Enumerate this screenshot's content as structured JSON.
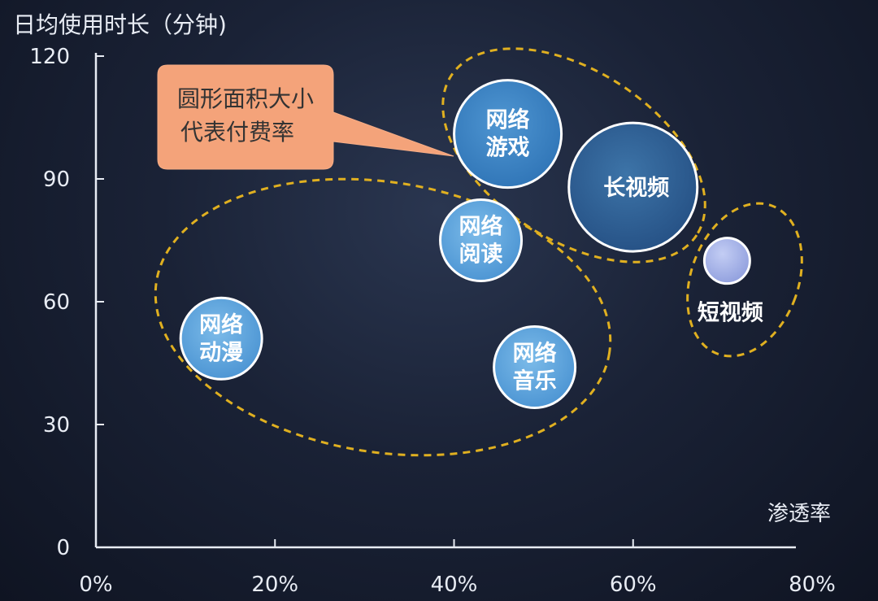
{
  "chart_data": {
    "type": "scatter",
    "title": "",
    "xlabel": "渗透率",
    "ylabel": "日均使用时长（分钟)",
    "xlim": [
      0,
      80
    ],
    "ylim": [
      0,
      120
    ],
    "x_ticks": [
      "0%",
      "20%",
      "40%",
      "60%",
      "80%"
    ],
    "y_ticks": [
      "0",
      "30",
      "60",
      "90",
      "120"
    ],
    "points": [
      {
        "label": [
          "网络",
          "动漫"
        ],
        "x": 14,
        "y": 51,
        "size": "small",
        "color": "#5ba3dc"
      },
      {
        "label": [
          "网络",
          "阅读"
        ],
        "x": 43,
        "y": 75,
        "size": "small",
        "color": "#5ba3dc"
      },
      {
        "label": [
          "网络",
          "音乐"
        ],
        "x": 49,
        "y": 44,
        "size": "small",
        "color": "#5ba3dc"
      },
      {
        "label": [
          "网络",
          "游戏"
        ],
        "x": 46,
        "y": 101,
        "size": "medium",
        "color": "#3a7fc0"
      },
      {
        "label": [
          "长视频"
        ],
        "x": 60,
        "y": 88,
        "size": "large",
        "color": "#2d5f94"
      },
      {
        "label": [
          "短视频"
        ],
        "x": 70.5,
        "y": 70,
        "size": "tiny",
        "color": "#a9b6e6"
      }
    ],
    "annotation": {
      "lines": [
        "圆形面积大小",
        "代表付费率"
      ],
      "color": "#f4a37a"
    },
    "accent_color": "#e0b020"
  }
}
